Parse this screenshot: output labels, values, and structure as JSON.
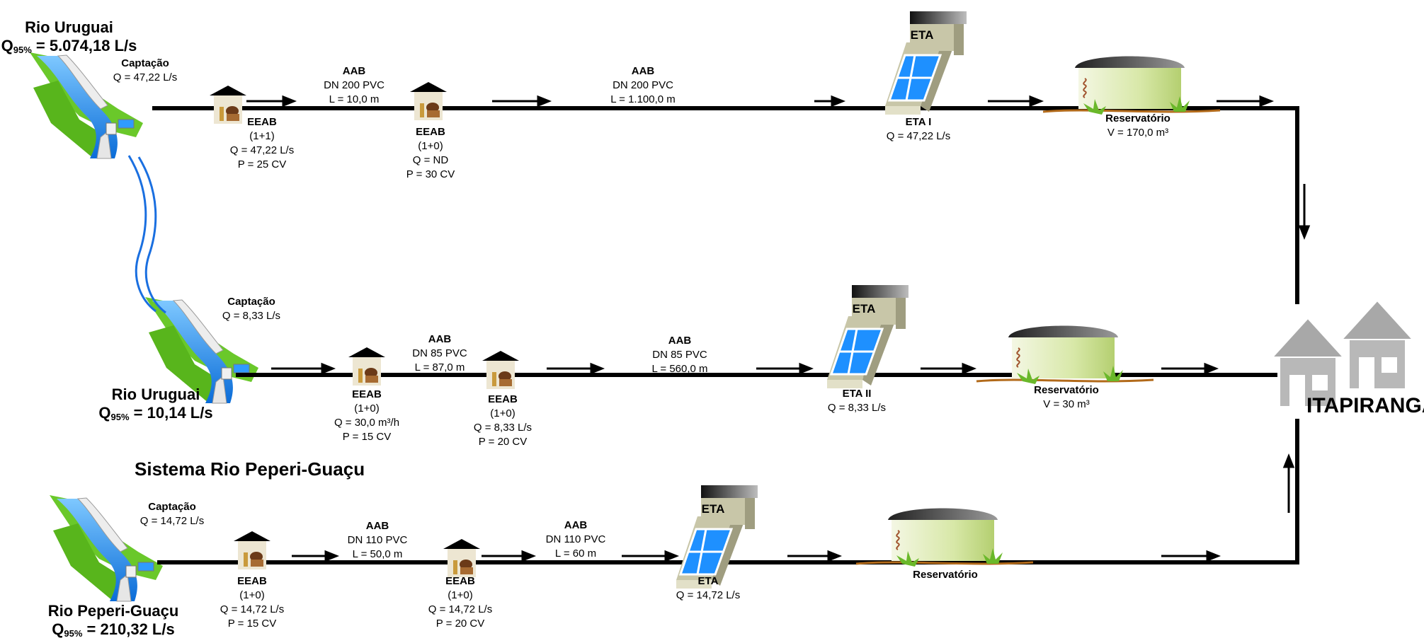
{
  "rivers": {
    "top": {
      "name": "Rio Uruguai",
      "q_prefix": "Q",
      "q_sub": "95%",
      "q_value": " = 5.074,18 L/s"
    },
    "middle": {
      "name": "Rio Uruguai",
      "q_prefix": "Q",
      "q_sub": "95%",
      "q_value": " = 10,14 L/s"
    },
    "bottom": {
      "name": "Rio Peperi-Guaçu",
      "q_prefix": "Q",
      "q_sub": "95%",
      "q_value": " = 210,32 L/s"
    }
  },
  "system_title": "Sistema Rio Peperi-Guaçu",
  "city": "ITAPIRANGA",
  "eta_sign": "ETA",
  "top": {
    "captacao": {
      "title": "Captação",
      "lines": [
        "Q = 47,22 L/s"
      ]
    },
    "eeab1": {
      "title": "EEAB",
      "lines": [
        "(1+1)",
        "Q = 47,22 L/s",
        "P = 25 CV"
      ]
    },
    "aab1": {
      "title": "AAB",
      "lines": [
        "DN 200 PVC",
        "L = 10,0 m"
      ]
    },
    "eeab2": {
      "title": "EEAB",
      "lines": [
        "(1+0)",
        "Q = ND",
        "P = 30 CV"
      ]
    },
    "aab2": {
      "title": "AAB",
      "lines": [
        "DN 200   PVC",
        "L = 1.100,0 m"
      ]
    },
    "eta": {
      "title": "ETA I",
      "lines": [
        "Q = 47,22 L/s"
      ]
    },
    "reservatorio": {
      "title": "Reservatório",
      "lines": [
        "V = 170,0 m³"
      ]
    }
  },
  "middle": {
    "captacao": {
      "title": "Captação",
      "lines": [
        "Q = 8,33 L/s"
      ]
    },
    "eeab1": {
      "title": "EEAB",
      "lines": [
        "(1+0)",
        "Q = 30,0 m³/h",
        "P = 15 CV"
      ]
    },
    "aab1": {
      "title": "AAB",
      "lines": [
        "DN 85  PVC",
        "L = 87,0 m"
      ]
    },
    "eeab2": {
      "title": "EEAB",
      "lines": [
        "(1+0)",
        "Q = 8,33 L/s",
        "P = 20 CV"
      ]
    },
    "aab2": {
      "title": "AAB",
      "lines": [
        "DN 85  PVC",
        "L = 560,0 m"
      ]
    },
    "eta": {
      "title": "ETA II",
      "lines": [
        "Q = 8,33 L/s"
      ]
    },
    "reservatorio": {
      "title": "Reservatório",
      "lines": [
        "V = 30 m³"
      ]
    }
  },
  "bottom": {
    "captacao": {
      "title": "Captação",
      "lines": [
        "Q = 14,72 L/s"
      ]
    },
    "eeab1": {
      "title": "EEAB",
      "lines": [
        "(1+0)",
        "Q = 14,72 L/s",
        "P = 15 CV"
      ]
    },
    "aab1": {
      "title": "AAB",
      "lines": [
        "DN 110 PVC",
        "L = 50,0 m"
      ]
    },
    "eeab2": {
      "title": "EEAB",
      "lines": [
        "(1+0)",
        "Q = 14,72 L/s",
        "P = 20 CV"
      ]
    },
    "aab2": {
      "title": "AAB",
      "lines": [
        "DN 110 PVC",
        "L = 60 m"
      ]
    },
    "eta": {
      "title": "ETA",
      "lines": [
        "Q = 14,72 L/s"
      ]
    },
    "reservatorio": {
      "title": "Reservatório",
      "lines": []
    }
  },
  "colors": {
    "pipe": "#000000",
    "water": "#1f7fd6",
    "grass": "#5cc21a",
    "eta_body": "#c8c6a8",
    "eta_tank": "#1e90ff",
    "house": "#b8b8b8"
  }
}
